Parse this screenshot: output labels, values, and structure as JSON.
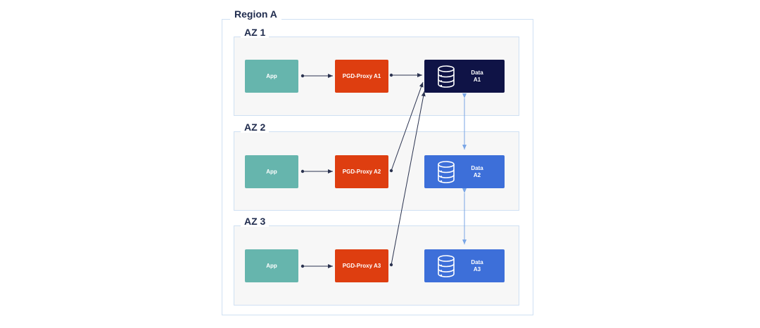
{
  "region": {
    "title": "Region A"
  },
  "zones": [
    {
      "title": "AZ 1",
      "app": "App",
      "proxy": "PGD-Proxy A1",
      "data_line1": "Data",
      "data_line2": "A1"
    },
    {
      "title": "AZ 2",
      "app": "App",
      "proxy": "PGD-Proxy A2",
      "data_line1": "Data",
      "data_line2": "A2"
    },
    {
      "title": "AZ 3",
      "app": "App",
      "proxy": "PGD-Proxy A3",
      "data_line1": "Data",
      "data_line2": "A3"
    }
  ],
  "colors": {
    "app": "#66b5ad",
    "proxy": "#de3e10",
    "data_leader": "#0f1346",
    "data_replica": "#3d6fd9",
    "connector": "#2b3350",
    "replication": "#7aa6e6"
  },
  "icons": {
    "database": "database-icon"
  }
}
